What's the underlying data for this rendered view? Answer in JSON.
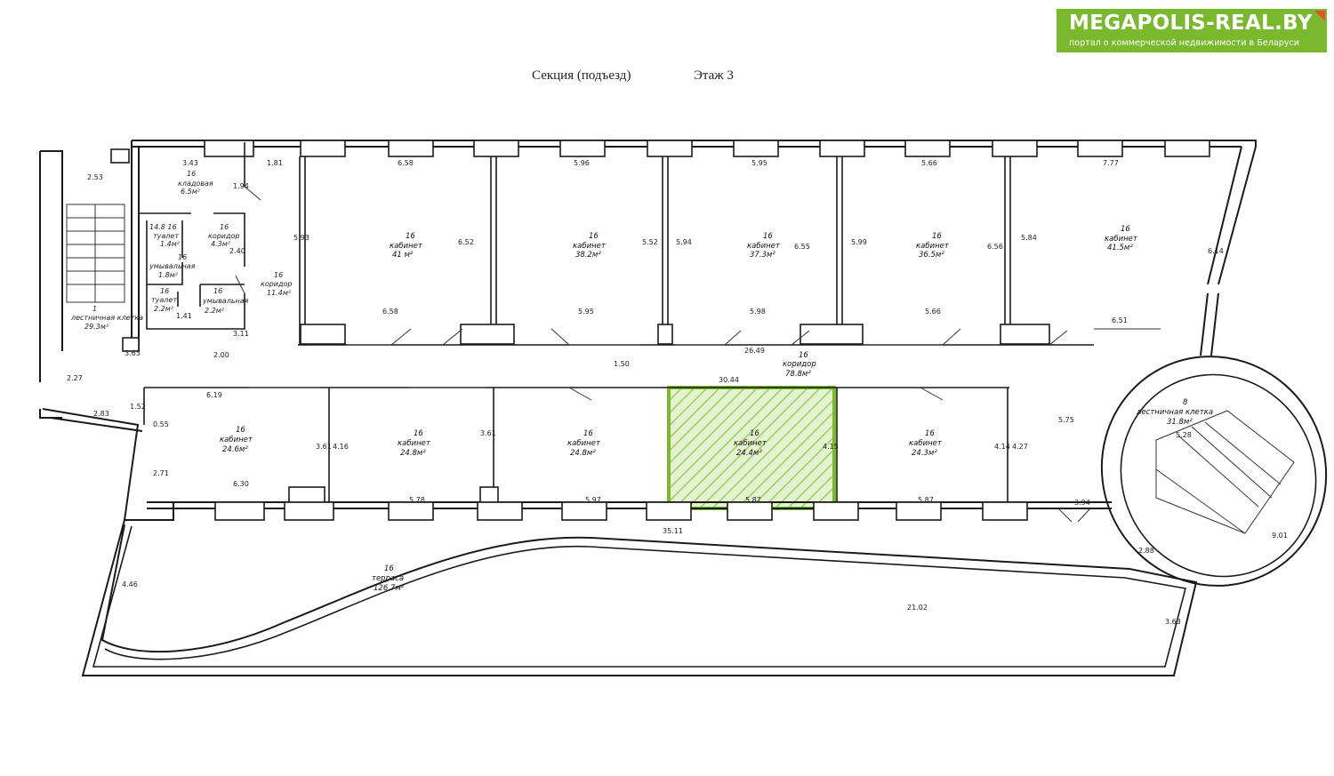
{
  "logo": {
    "name": "MEGAPOLIS-REAL.BY",
    "tagline": "портал о коммерческой недвижимости в Беларуси"
  },
  "header": {
    "section": "Секция (подъезд)",
    "floor": "Этаж 3"
  },
  "colors": {
    "highlight": "#7ab92d",
    "logo_bg": "#7ab92d",
    "logo_corner": "#e84f2a"
  },
  "rooms": {
    "klad": {
      "n": "16",
      "name": "кладовая",
      "area": "6.5м²"
    },
    "tual1": {
      "n": "14.8 16",
      "name": "туалет",
      "area": "1.4м²"
    },
    "koridor_s": {
      "n": "16",
      "name": "коридор",
      "area": "4.3м²"
    },
    "umyv1": {
      "n": "16",
      "name": "умывальная",
      "area": "1.8м²"
    },
    "koridor_m": {
      "n": "16",
      "name": "коридор",
      "area": "11.4м²"
    },
    "tual2": {
      "n": "16",
      "name": "туалет",
      "area": "2.2м²"
    },
    "umyv2": {
      "n": "16",
      "name": "умывальная",
      "area": "2.2м²"
    },
    "lestn1": {
      "n": "1",
      "name": "лестничная клетка",
      "area": "29.3м²"
    },
    "kab_n1": {
      "n": "16",
      "name": "кабинет",
      "area": "41 м²"
    },
    "kab_n2": {
      "n": "16",
      "name": "кабинет",
      "area": "38.2м²"
    },
    "kab_n3": {
      "n": "16",
      "name": "кабинет",
      "area": "37.3м²"
    },
    "kab_n4": {
      "n": "16",
      "name": "кабинет",
      "area": "36.5м²"
    },
    "kab_n5": {
      "n": "16",
      "name": "кабинет",
      "area": "41.5м²"
    },
    "koridor_main": {
      "n": "16",
      "name": "коридор",
      "area": "78.8м²"
    },
    "kab_s1": {
      "n": "16",
      "name": "кабинет",
      "area": "24.6м²"
    },
    "kab_s2": {
      "n": "16",
      "name": "кабинет",
      "area": "24.8м²"
    },
    "kab_s3": {
      "n": "16",
      "name": "кабинет",
      "area": "24.8м²"
    },
    "kab_s4": {
      "n": "16",
      "name": "кабинет",
      "area": "24.4м²"
    },
    "kab_s5": {
      "n": "16",
      "name": "кабинет",
      "area": "24.3м²"
    },
    "lestn2": {
      "n": "8",
      "name": "лестничная клетка",
      "area": "31.8м²"
    },
    "terrasa": {
      "n": "16",
      "name": "терраса",
      "area": "126.7м²"
    }
  },
  "dims": {
    "d253": "2.53",
    "d343": "3.43",
    "d181": "1.81",
    "d194": "1.94",
    "d658a": "6.58",
    "d596": "5.96",
    "d595": "5.95",
    "d566": "5.66",
    "d777": "7.77",
    "d593": "5.93",
    "d652": "6.52",
    "d552": "5.52",
    "d594": "5.94",
    "d655": "6.55",
    "d599": "5.99",
    "d656": "6.56",
    "d584": "5.84",
    "d614": "6.14",
    "d240": "2.40",
    "d658b": "6.58",
    "d595b": "5.95",
    "d598": "5.98",
    "d566b": "5.66",
    "d651": "6.51",
    "d311": "3.11",
    "d363": "3.63",
    "d200": "2.00",
    "d2649": "26.49",
    "d150": "1.50",
    "d3044": "30.44",
    "d227": "2.27",
    "d619": "6.19",
    "d152": "1.52",
    "d283": "2.83",
    "d055": "0.55",
    "d271": "2.71",
    "d630": "6.30",
    "d361a": "3.61",
    "d416": "4.16",
    "d361b": "3.61",
    "d415": "4.15",
    "d414": "4.14",
    "d427": "4.27",
    "d575": "5.75",
    "d528": "5.28",
    "d578": "5.78",
    "d597": "5.97",
    "d587a": "5.87",
    "d587b": "5.87",
    "d394": "3.94",
    "d3511": "35.11",
    "d446": "4.46",
    "d2102": "21.02",
    "d363b": "3.63",
    "d288": "2.88",
    "d901": "9.01",
    "d141": "1.41"
  }
}
